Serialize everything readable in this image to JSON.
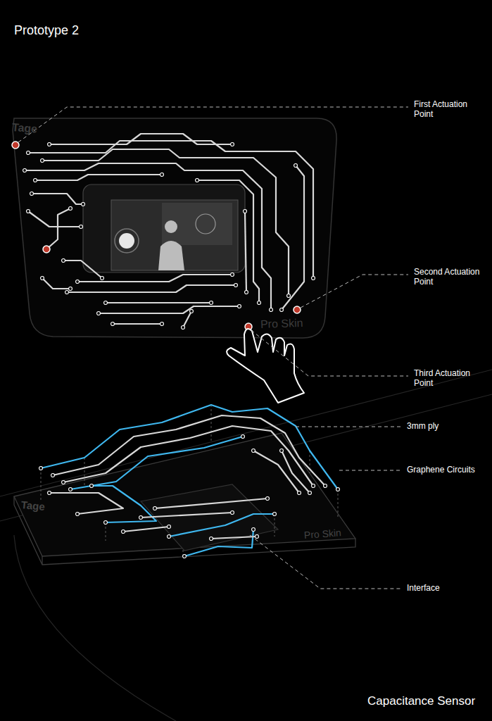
{
  "diagram": {
    "title": "Prototype 2",
    "caption": "Capacitance Sensor",
    "labels": [
      "First Actuation Point",
      "Second Actuation Point",
      "Third Actuation Point",
      "3mm ply",
      "Graphene Circuits",
      "Interface",
      "Tage",
      "Pro Skin",
      "Tage",
      "Pro Skin"
    ]
  }
}
